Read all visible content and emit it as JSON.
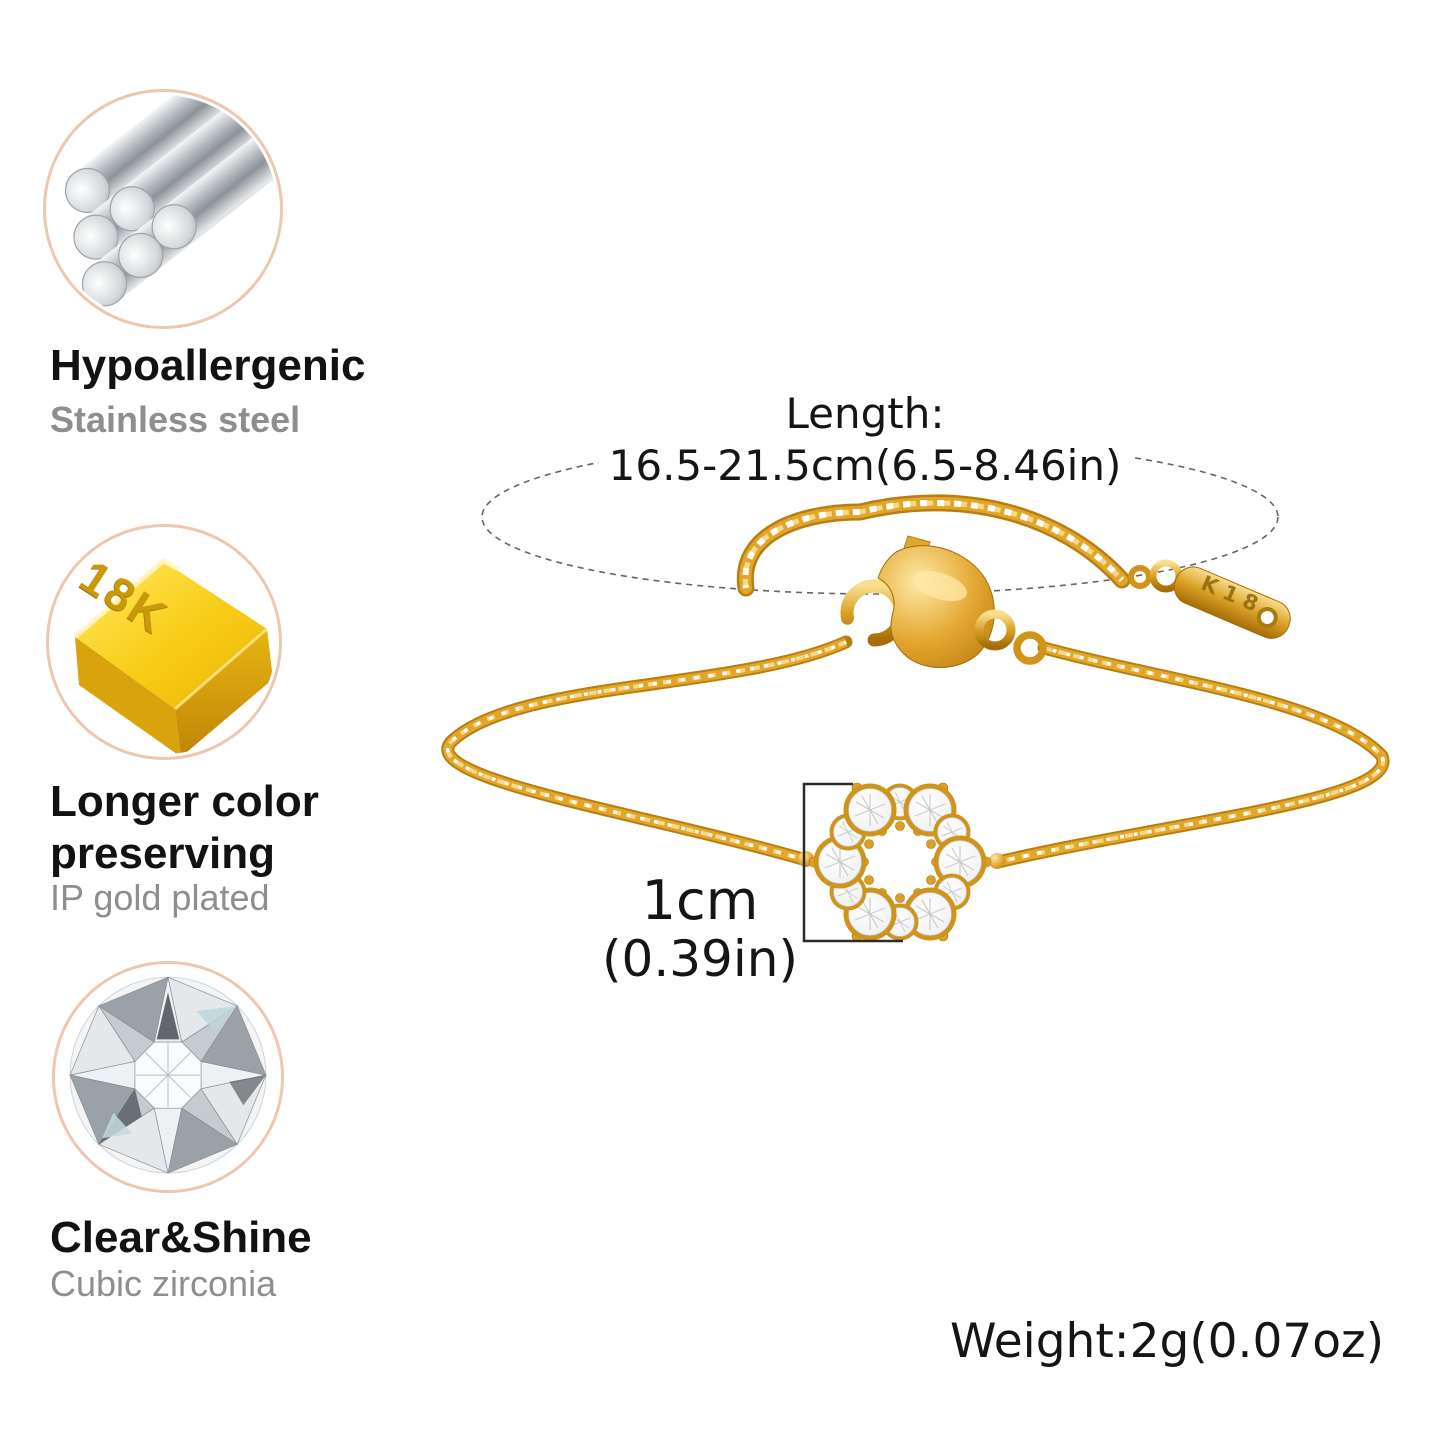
{
  "features": [
    {
      "icon": "steel-rods-icon",
      "title": "Hypoallergenic",
      "subtitle": "Stainless steel"
    },
    {
      "icon": "gold-bar-icon",
      "title_line1": "Longer color",
      "title_line2": "preserving",
      "subtitle": "IP gold plated",
      "bar_stamp": "18K"
    },
    {
      "icon": "cubic-zirconia-icon",
      "title": "Clear&Shine",
      "subtitle": "Cubic zirconia"
    }
  ],
  "measurements": {
    "length_label": "Length:",
    "length_value": "16.5-21.5cm(6.5-8.46in)",
    "pendant_width_cm": "1cm",
    "pendant_width_in": "(0.39in)",
    "weight": "Weight:2g(0.07oz)"
  },
  "bracelet": {
    "tag_stamp": "K18",
    "material": "gold chain with cubic zirconia circle pendant"
  },
  "colors": {
    "gold_mid": "#d9a126",
    "gold_dark": "#a66c08",
    "gold_light": "#f7d98c",
    "circle_border": "#edc7b0",
    "heading_text": "#121212",
    "subtext": "#8e8e8e",
    "dash_line": "#666666"
  }
}
